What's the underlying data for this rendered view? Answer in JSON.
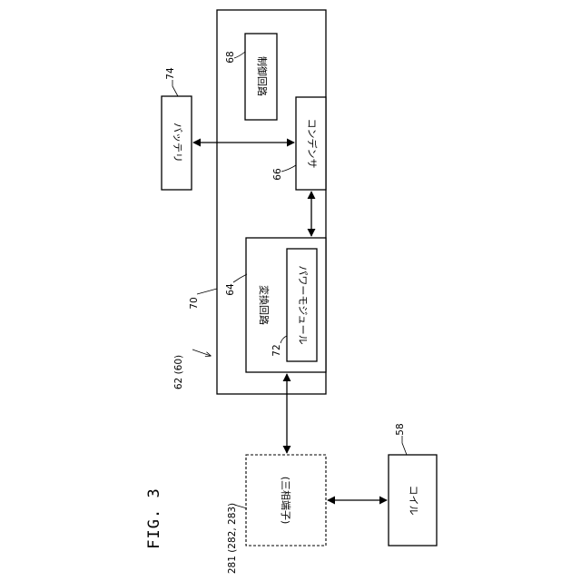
{
  "figure": {
    "title": "FIG. 3"
  },
  "blocks": {
    "device": {
      "ref": "70",
      "group_ref": "62 (60)"
    },
    "control_circuit": {
      "ref": "68",
      "label": "制御回路"
    },
    "battery": {
      "ref": "74",
      "label": "バッテリ"
    },
    "capacitor": {
      "ref": "66",
      "label": "コンデンサ"
    },
    "conversion_circuit": {
      "ref": "64",
      "label": "変換回路"
    },
    "power_module": {
      "ref": "72",
      "label": "パワーモジュール"
    },
    "three_phase_terminal": {
      "ref": "281 (282, 283)",
      "label": "(三相端子)"
    },
    "coil": {
      "ref": "58",
      "label": "コイル"
    }
  }
}
